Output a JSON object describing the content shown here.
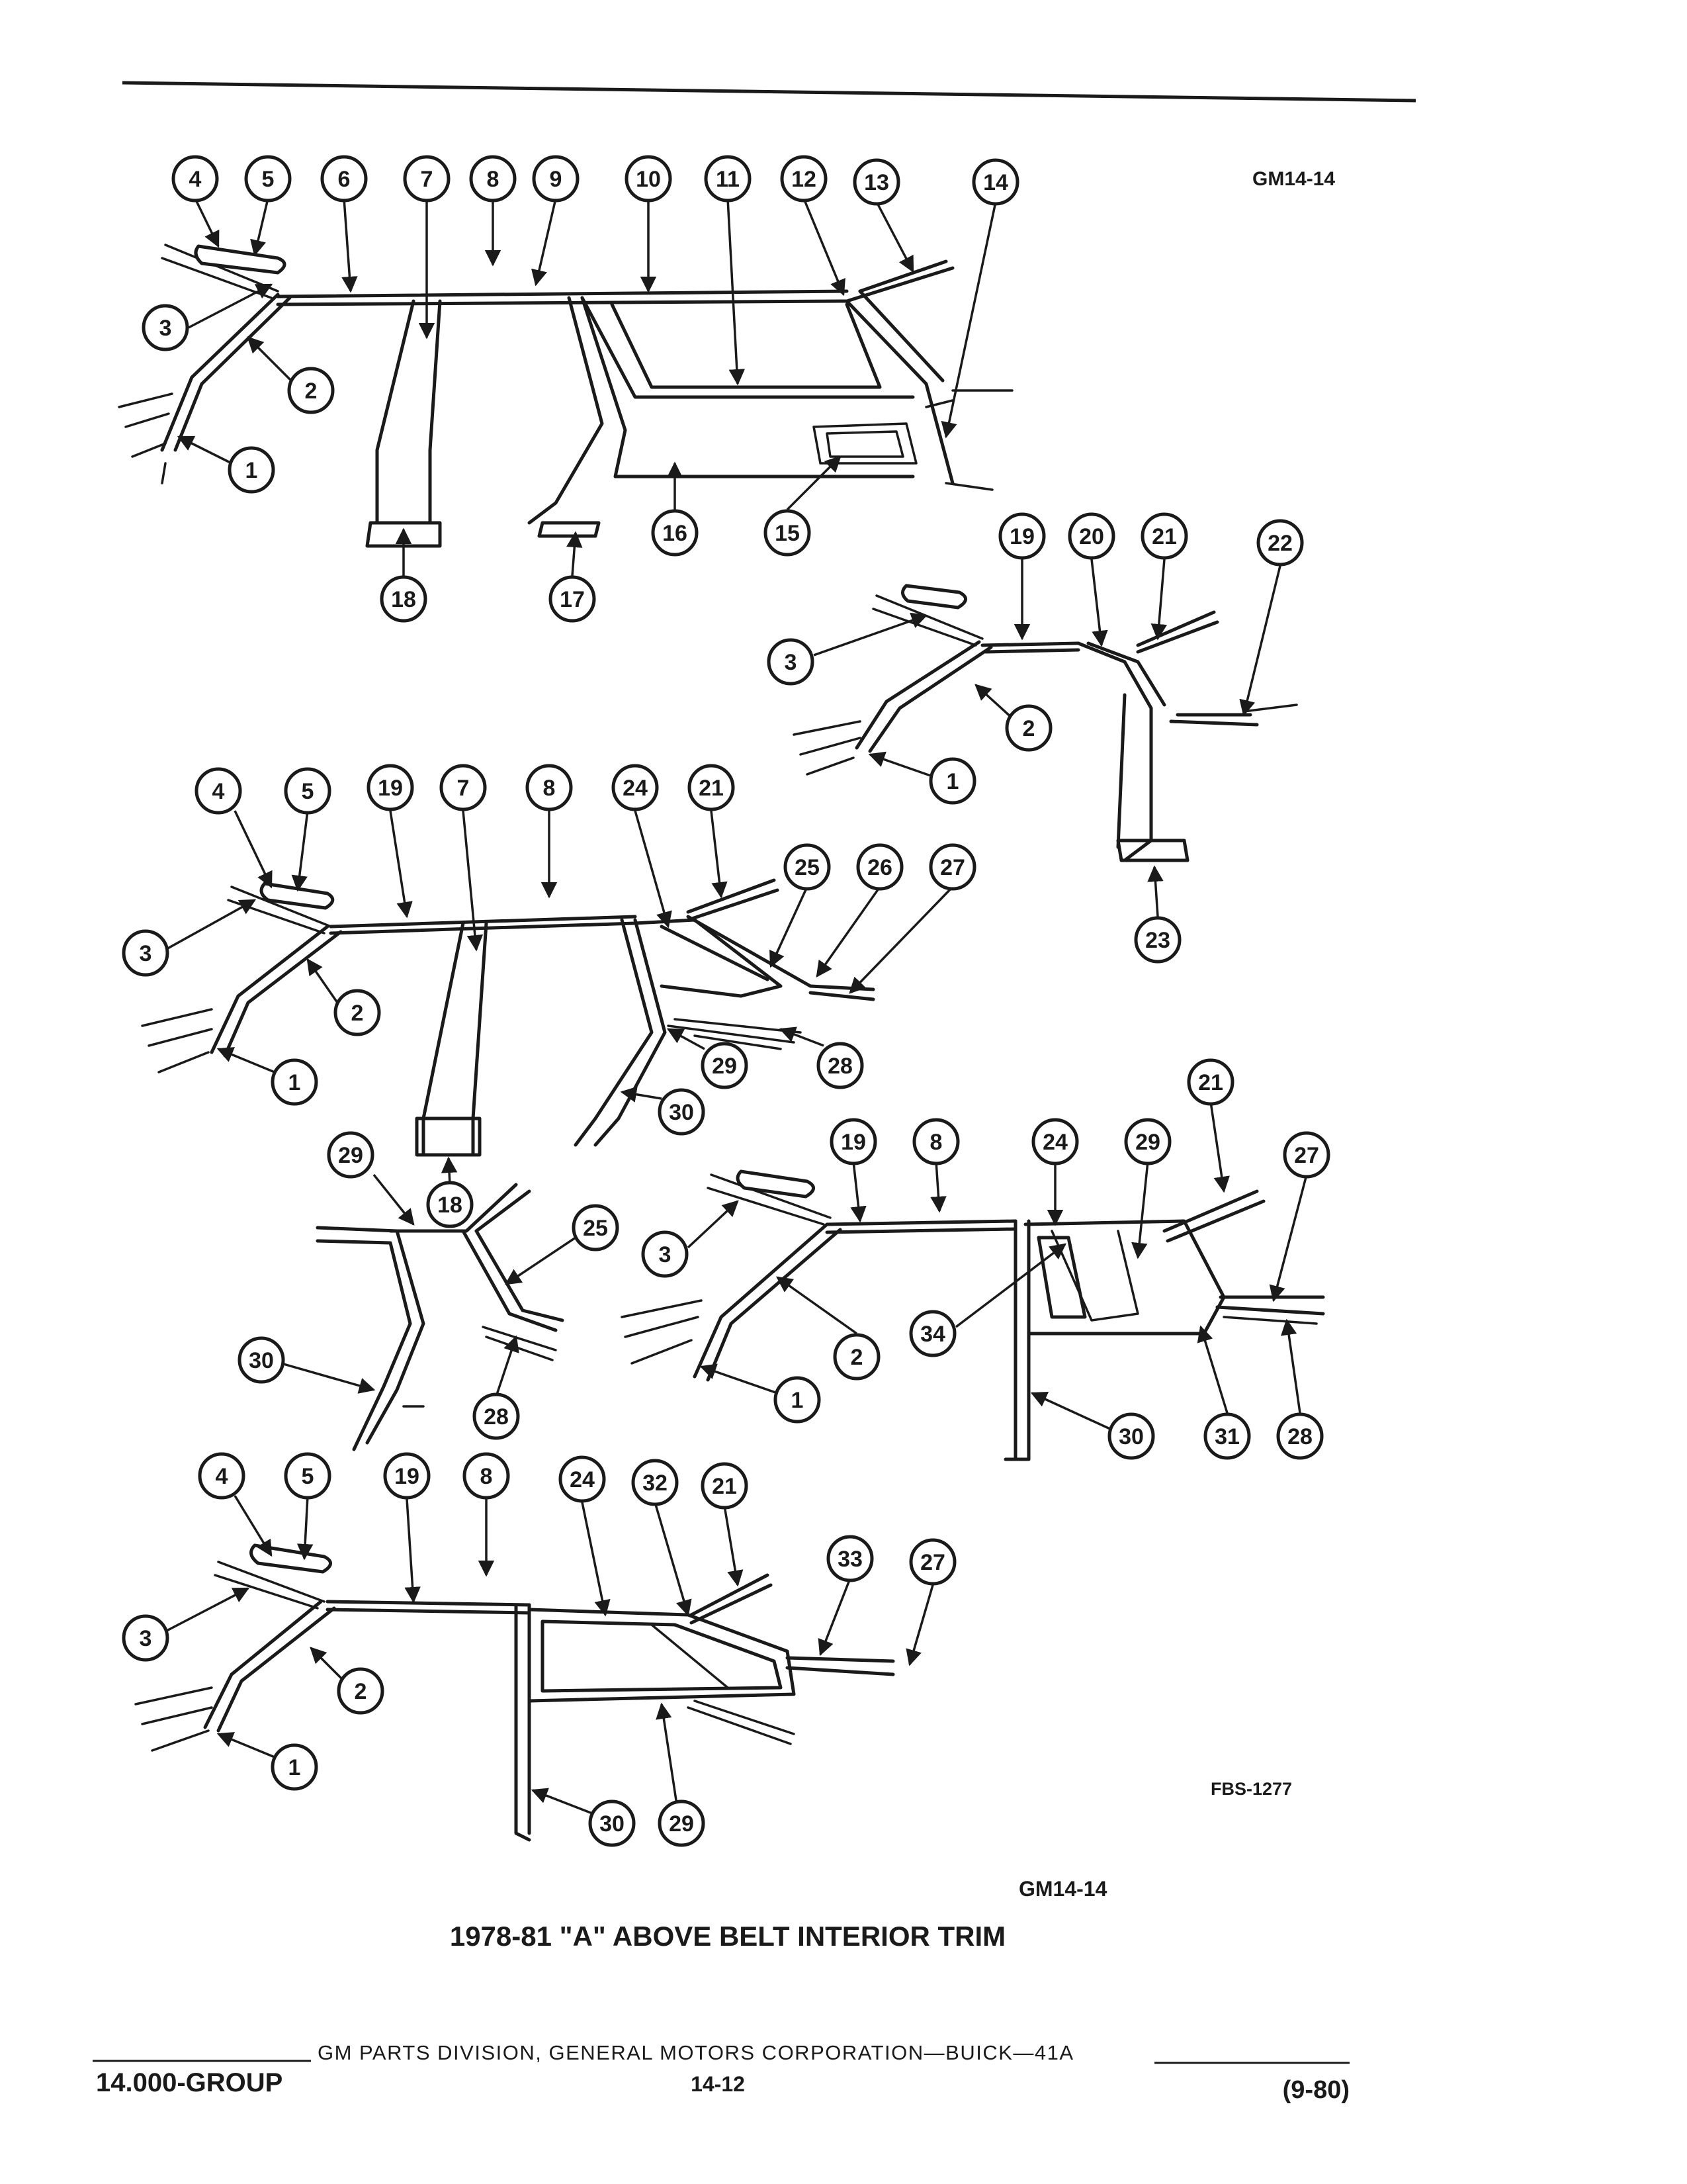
{
  "header": {
    "figure_code": "GM14-14",
    "drawing_code": "FBS-1277",
    "figure_code_bottom": "GM14-14"
  },
  "title": "1978-81 \"A\" ABOVE BELT INTERIOR TRIM",
  "footer": {
    "group": "14.000-GROUP",
    "division": "GM PARTS DIVISION, GENERAL MOTORS CORPORATION—BUICK—41A",
    "page": "14-12",
    "date": "(9-80)"
  },
  "views": [
    {
      "name": "view-1",
      "callouts": [
        "4",
        "5",
        "6",
        "7",
        "8",
        "9",
        "10",
        "11",
        "12",
        "13",
        "14",
        "3",
        "2",
        "1",
        "18",
        "17",
        "16",
        "15"
      ]
    },
    {
      "name": "view-2",
      "callouts": [
        "19",
        "20",
        "21",
        "22",
        "3",
        "2",
        "1",
        "23"
      ]
    },
    {
      "name": "view-3",
      "callouts": [
        "4",
        "5",
        "19",
        "7",
        "8",
        "24",
        "21",
        "25",
        "26",
        "27",
        "3",
        "2",
        "1",
        "29",
        "28",
        "30",
        "18"
      ]
    },
    {
      "name": "view-4",
      "callouts": [
        "29",
        "25",
        "30",
        "28"
      ]
    },
    {
      "name": "view-5",
      "callouts": [
        "21",
        "19",
        "8",
        "24",
        "29",
        "27",
        "3",
        "34",
        "2",
        "1",
        "30",
        "31",
        "28"
      ]
    },
    {
      "name": "view-6",
      "callouts": [
        "4",
        "5",
        "19",
        "8",
        "24",
        "32",
        "21",
        "33",
        "27",
        "3",
        "2",
        "1",
        "30",
        "29"
      ]
    }
  ]
}
